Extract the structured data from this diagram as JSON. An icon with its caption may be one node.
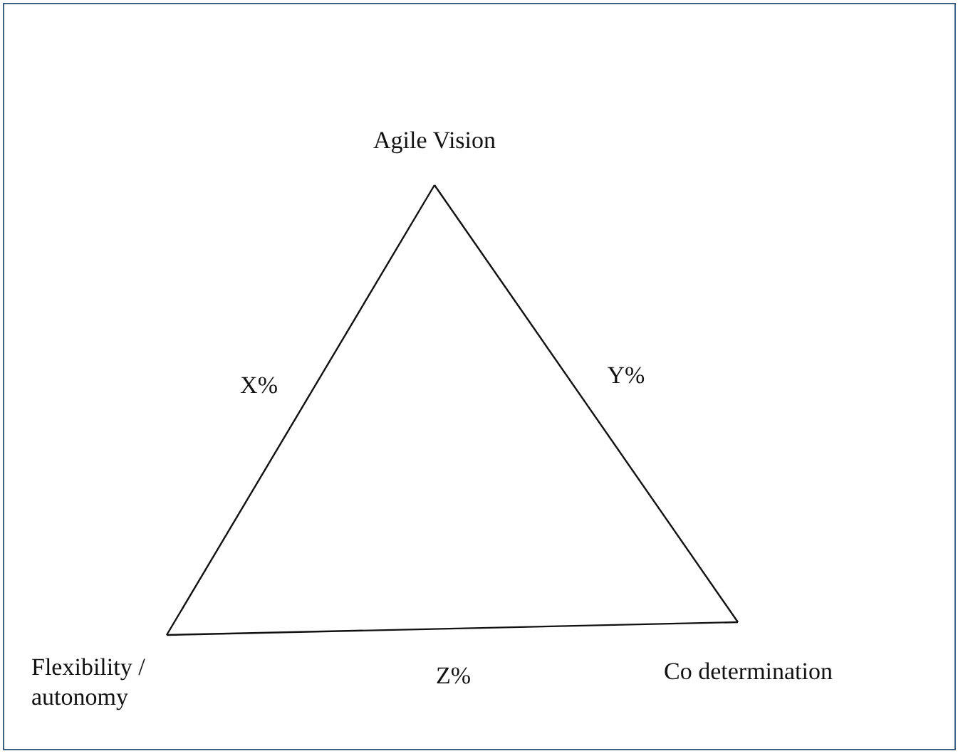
{
  "diagram": {
    "nodes": [
      {
        "text": [
          "Agile Vision"
        ]
      },
      {
        "text": [
          "Flexibility / autonomy"
        ]
      },
      {
        "text": [
          "Co determination"
        ]
      }
    ],
    "edges": [
      {
        "from": 0,
        "to": 1,
        "arrow": "none",
        "label": "X%"
      },
      {
        "from": 0,
        "to": 2,
        "arrow": "none",
        "label": "Y%"
      },
      {
        "from": 1,
        "to": 2,
        "arrow": "none",
        "label": "Z%"
      }
    ]
  }
}
